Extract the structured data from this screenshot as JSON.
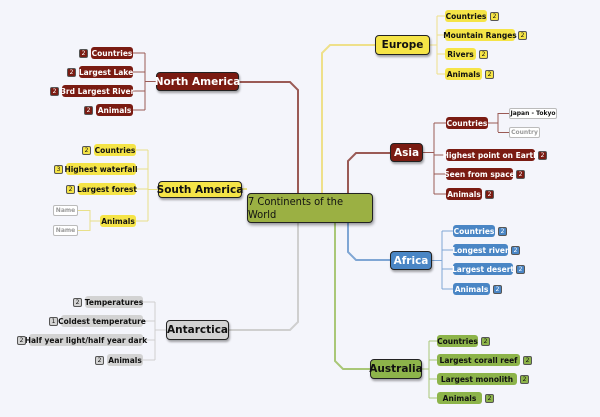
{
  "title": "7 Continents of the World",
  "colors": {
    "north_america": "#7a1b12",
    "south_america": "#f5e447",
    "antarctica": "#d3d3d3",
    "europe": "#f5e447",
    "asia": "#7a1b12",
    "africa": "#4a86c5",
    "australia": "#8db44a"
  },
  "branches": [
    {
      "id": "north_america",
      "label": "North America",
      "children": [
        {
          "label": "Countries",
          "badge": "2"
        },
        {
          "label": "Largest Lake",
          "badge": "2"
        },
        {
          "label": "3rd Largest River",
          "badge": "2"
        },
        {
          "label": "Animals",
          "badge": "2"
        }
      ]
    },
    {
      "id": "south_america",
      "label": "South America",
      "children": [
        {
          "label": "Countries",
          "badge": "2"
        },
        {
          "label": "Highest waterfall",
          "badge": "3"
        },
        {
          "label": "Largest forest",
          "badge": "2"
        },
        {
          "label": "Animals",
          "leaves": [
            "Name",
            "Name"
          ]
        }
      ]
    },
    {
      "id": "antarctica",
      "label": "Antarctica",
      "children": [
        {
          "label": "Temperatures",
          "badge": "2"
        },
        {
          "label": "Coldest temperature",
          "badge": "1"
        },
        {
          "label": "Half year light/half year dark",
          "badge": "2"
        },
        {
          "label": "Animals",
          "badge": "2"
        }
      ]
    },
    {
      "id": "europe",
      "label": "Europe",
      "children": [
        {
          "label": "Countries",
          "badge": "2"
        },
        {
          "label": "Mountain Ranges",
          "badge": "2"
        },
        {
          "label": "Rivers",
          "badge": "2"
        },
        {
          "label": "Animals",
          "badge": "2"
        }
      ]
    },
    {
      "id": "asia",
      "label": "Asia",
      "children": [
        {
          "label": "Countries",
          "leaves": [
            "Japan - Tokyo",
            "Country"
          ]
        },
        {
          "label": "Highest point on Earth",
          "badge": "2"
        },
        {
          "label": "Seen from space",
          "badge": "2"
        },
        {
          "label": "Animals",
          "badge": "2"
        }
      ]
    },
    {
      "id": "africa",
      "label": "Africa",
      "children": [
        {
          "label": "Countries",
          "badge": "2"
        },
        {
          "label": "Longest river",
          "badge": "2"
        },
        {
          "label": "Largest desert",
          "badge": "2"
        },
        {
          "label": "Animals",
          "badge": "2"
        }
      ]
    },
    {
      "id": "australia",
      "label": "Australia",
      "children": [
        {
          "label": "Countries",
          "badge": "2"
        },
        {
          "label": "Largest corall reef",
          "badge": "2"
        },
        {
          "label": "Largest monolith",
          "badge": "2"
        },
        {
          "label": "Animals",
          "badge": "2"
        }
      ]
    }
  ]
}
